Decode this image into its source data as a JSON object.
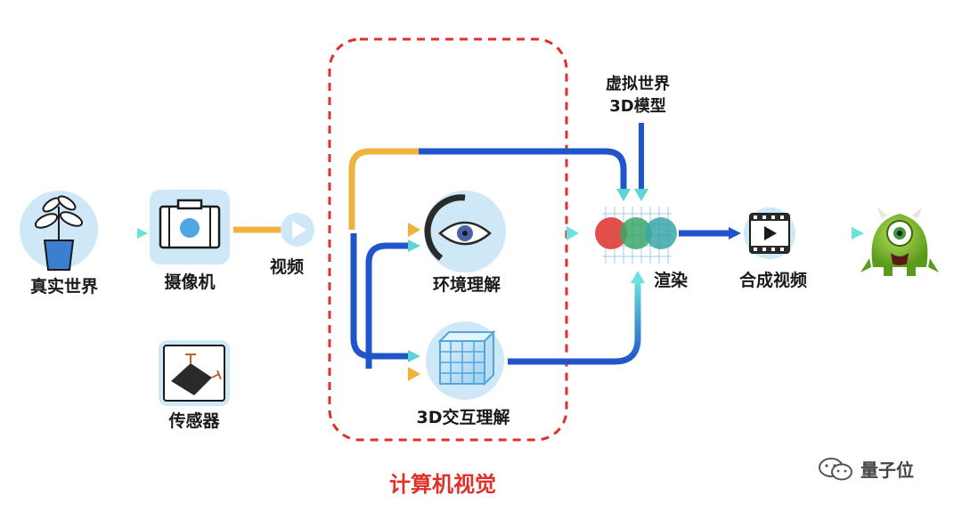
{
  "nodes": {
    "real_world": "真实世界",
    "camera": "摄像机",
    "video": "视频",
    "sensor": "传感器",
    "environment_understanding": "环境理解",
    "interaction_understanding": "3D交互理解",
    "virtual_world_line1": "虚拟世界",
    "virtual_world_line2": "3D模型",
    "rendering": "渲染",
    "composite_video": "合成视频"
  },
  "region": {
    "label": "计算机视觉"
  },
  "watermark": {
    "text": "量子位",
    "icon": "wechat-icon"
  },
  "colors": {
    "orange_flow": "#f0b23c",
    "blue_flow": "#1f55c8",
    "cyan_arrow": "#5fd4d8",
    "region_dash": "#e0302a",
    "icon_bg": "#cfe8f7"
  },
  "icons": [
    "plant-icon",
    "camera-icon",
    "play-icon",
    "sensor-icon",
    "eye-icon",
    "grid-cube-icon",
    "rgb-circles-icon",
    "film-icon",
    "monster-icon"
  ]
}
